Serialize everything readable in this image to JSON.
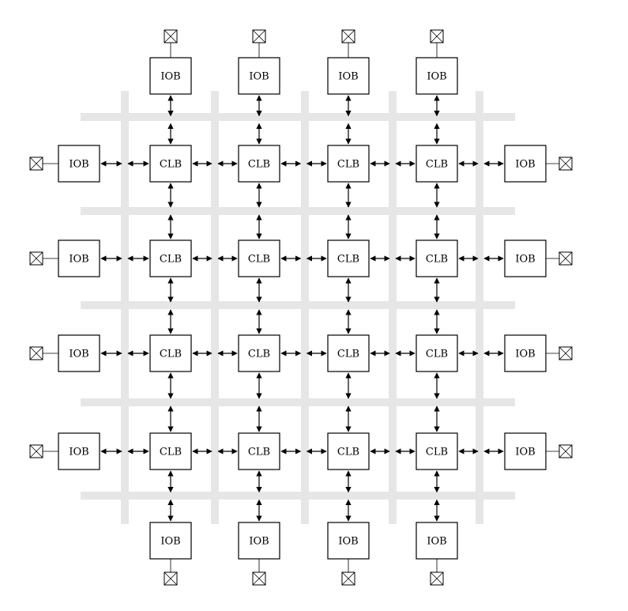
{
  "labels": {
    "clb": "CLB",
    "iob": "IOB"
  },
  "grid": {
    "rows": 4,
    "cols": 4
  },
  "colors": {
    "routing": "#e6e6e6",
    "stroke": "#000000",
    "fill": "#ffffff"
  },
  "icons": {
    "pad": "pad-x-box-icon",
    "arrow": "double-arrow-icon"
  }
}
